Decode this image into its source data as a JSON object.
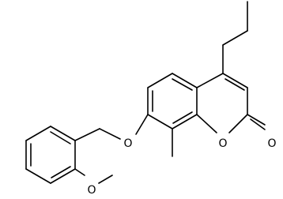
{
  "colors": {
    "background": "#ffffff",
    "bonds": "#000000",
    "labels": "#000000"
  },
  "atoms": {
    "ether_oxygen": "O",
    "ring_oxygen": "O",
    "carbonyl_oxygen": "O",
    "methoxy_oxygen": "O"
  }
}
